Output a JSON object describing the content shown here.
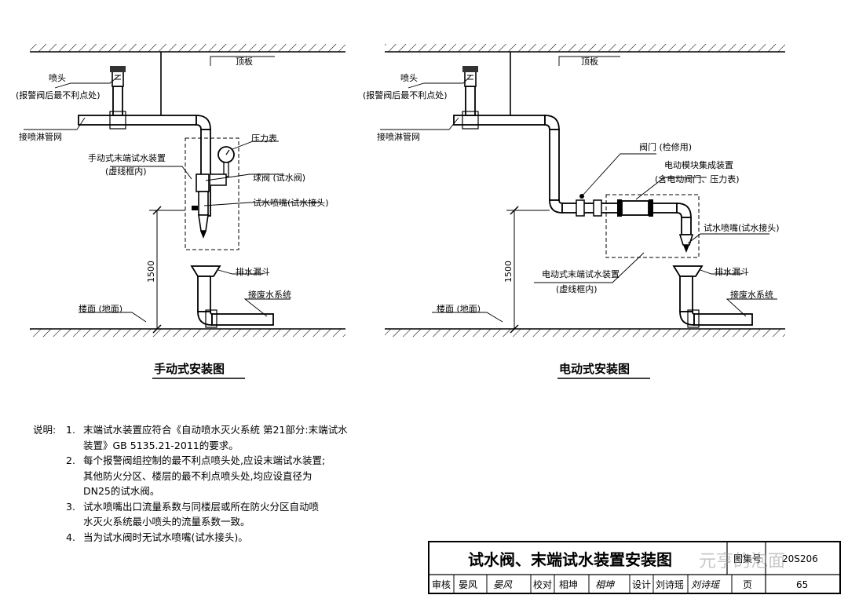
{
  "left": {
    "title": "手动式安装图",
    "ceiling": "顶板",
    "sprinkler": "喷头",
    "sprinkler_note": "(报警阀后最不利点处)",
    "pipe_network": "接喷淋管网",
    "device": "手动式末端试水装置",
    "device_note": "(虚线框内)",
    "gauge": "压力表",
    "ball_valve": "球阀 (试水阀)",
    "nozzle": "试水喷嘴(试水接头)",
    "funnel": "排水漏斗",
    "waste": "接废水系统",
    "floor": "楼面 (地面)",
    "height": "1500"
  },
  "right": {
    "title": "电动式安装图",
    "ceiling": "顶板",
    "sprinkler": "喷头",
    "sprinkler_note": "(报警阀后最不利点处)",
    "pipe_network": "接喷淋管网",
    "valve": "阀门 (检修用)",
    "module": "电动模块集成装置",
    "module_note": "(含电动阀门、压力表)",
    "nozzle": "试水喷嘴(试水接头)",
    "funnel": "排水漏斗",
    "device": "电动式末端试水装置",
    "device_note": "(虚线框内)",
    "waste": "接废水系统",
    "floor": "楼面 (地面)",
    "height": "1500"
  },
  "notes": {
    "lead": "说明:",
    "items": [
      {
        "num": "1.",
        "lines": [
          "末端试水装置应符合《自动喷水灭火系统 第21部分:末端试水",
          "装置》GB 5135.21-2011的要求。"
        ]
      },
      {
        "num": "2.",
        "lines": [
          "每个报警阀组控制的最不利点喷头处,应设末端试水装置;",
          "其他防火分区、楼层的最不利点喷头处,均应设直径为",
          "DN25的试水阀。"
        ]
      },
      {
        "num": "3.",
        "lines": [
          "试水喷嘴出口流量系数与同楼层或所在防火分区自动喷",
          "水灭火系统最小喷头的流量系数一致。"
        ]
      },
      {
        "num": "4.",
        "lines": [
          "当为试水阀时无试水喷嘴(试水接头)。"
        ]
      }
    ]
  },
  "titleblock": {
    "title": "试水阀、末端试水装置安装图",
    "atlas_label": "图集号",
    "atlas_no": "20S206",
    "review": "审核",
    "review_name": "晏风",
    "review_sign": "晏风",
    "check": "校对",
    "check_name": "相坤",
    "check_sign": "相坤",
    "design": "设计",
    "design_name": "刘诗瑶",
    "design_sign": "刘诗瑶",
    "page_label": "页",
    "page_no": "65"
  },
  "watermark": {
    "text": "元亨的泡面"
  }
}
